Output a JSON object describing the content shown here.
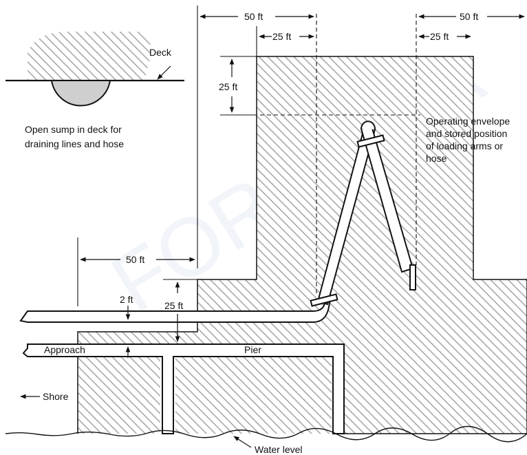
{
  "diagram": {
    "watermark": "FOR INDIA",
    "dimensions": {
      "top_left_width": "50 ft",
      "top_left_half": "25 ft",
      "top_right_width": "50 ft",
      "top_right_half": "25 ft",
      "upper_height": "25 ft",
      "lower_left_width": "50 ft",
      "lower_height": "25 ft",
      "clearance": "2 ft"
    },
    "labels": {
      "deck": "Deck",
      "sump_line1": "Open sump in deck for",
      "sump_line2": "draining lines and hose",
      "envelope_line1": "Operating envelope",
      "envelope_line2": "and stored position",
      "envelope_line3": "of loading arms or",
      "envelope_line4": "hose",
      "approach": "Approach",
      "pier": "Pier",
      "shore": "Shore",
      "water_level": "Water level"
    },
    "colors": {
      "hatch": "#a8a8a8",
      "line": "#111111",
      "sump": "#cfcfcf"
    }
  }
}
